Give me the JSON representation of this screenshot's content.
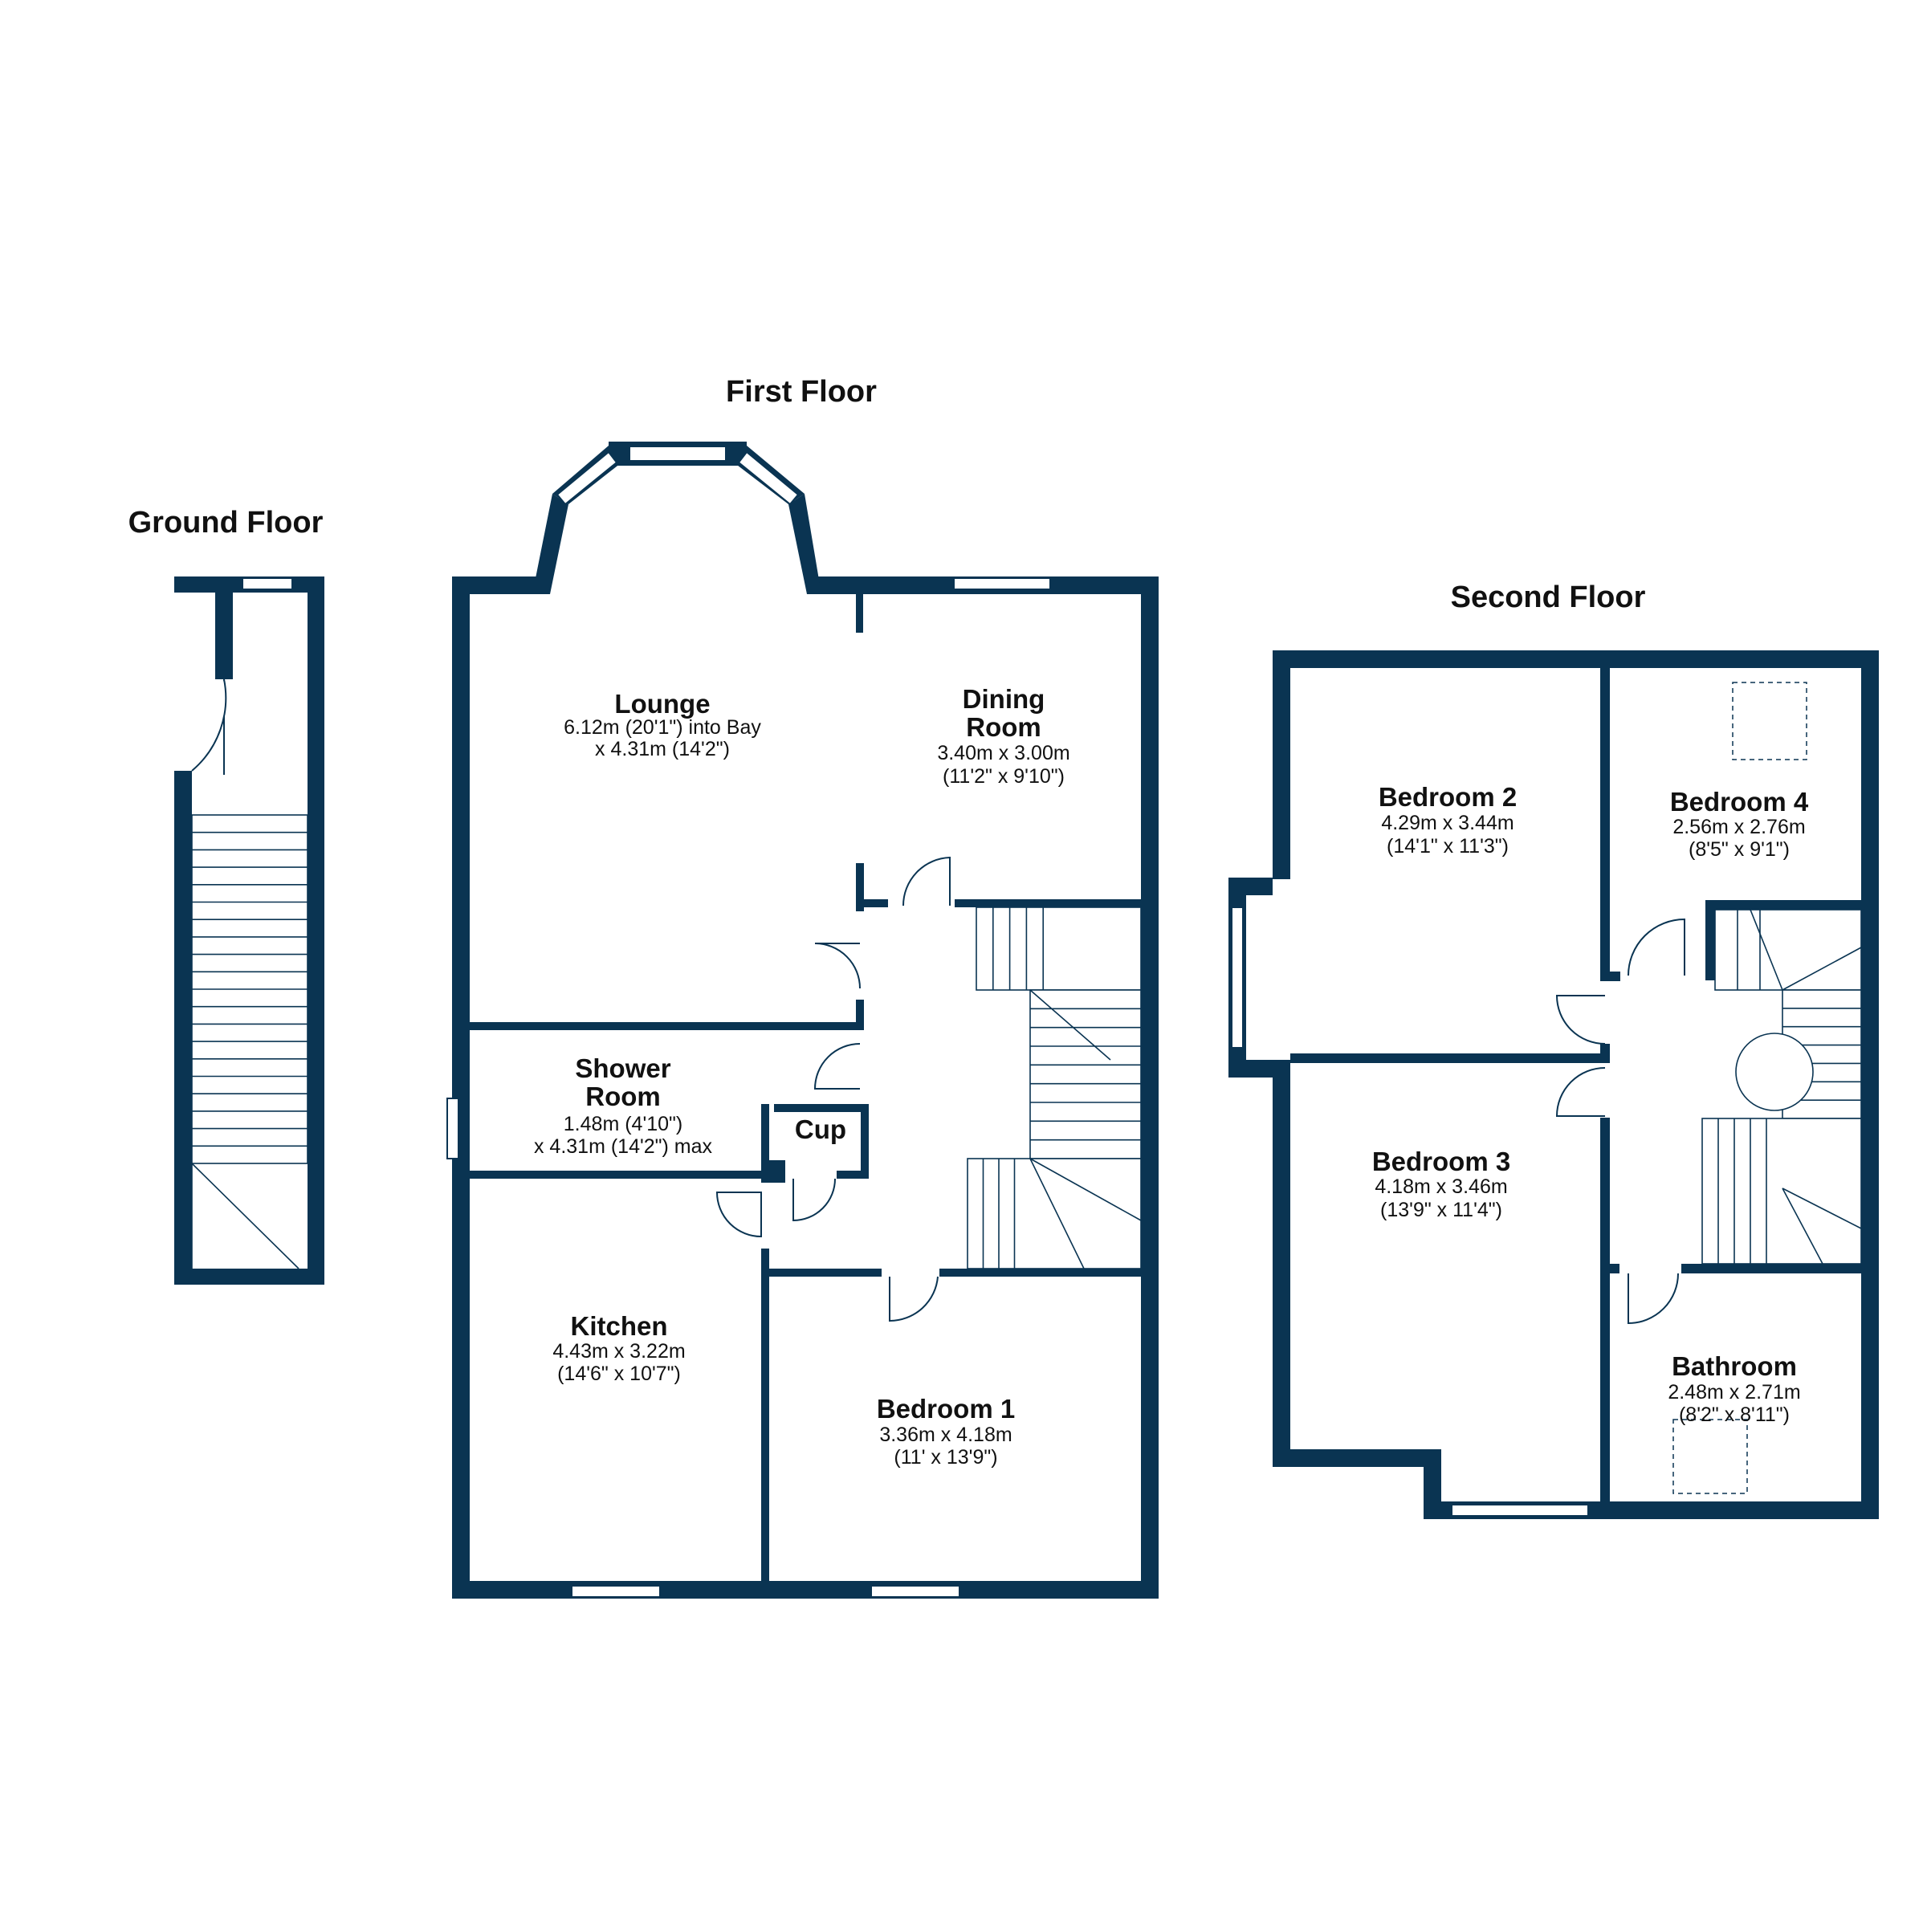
{
  "colors": {
    "wall": "#0a3452",
    "background": "#ffffff",
    "text": "#111111"
  },
  "floors": {
    "ground": {
      "title": "Ground Floor"
    },
    "first": {
      "title": "First Floor"
    },
    "second": {
      "title": "Second Floor"
    }
  },
  "rooms": {
    "lounge": {
      "name": "Lounge",
      "dim1": "6.12m (20'1\") into Bay",
      "dim2": "x 4.31m (14'2\")"
    },
    "dining": {
      "name1": "Dining",
      "name2": "Room",
      "dim1": "3.40m x 3.00m",
      "dim2": "(11'2\" x 9'10\")"
    },
    "shower": {
      "name1": "Shower",
      "name2": "Room",
      "dim1": "1.48m (4'10\")",
      "dim2": "x 4.31m (14'2\") max"
    },
    "cup": {
      "name": "Cup"
    },
    "kitchen": {
      "name": "Kitchen",
      "dim1": "4.43m x 3.22m",
      "dim2": "(14'6\" x 10'7\")"
    },
    "bedroom1": {
      "name": "Bedroom 1",
      "dim1": "3.36m x 4.18m",
      "dim2": "(11' x 13'9\")"
    },
    "bedroom2": {
      "name": "Bedroom 2",
      "dim1": "4.29m x 3.44m",
      "dim2": "(14'1\" x 11'3\")"
    },
    "bedroom3": {
      "name": "Bedroom 3",
      "dim1": "4.18m x 3.46m",
      "dim2": "(13'9\" x 11'4\")"
    },
    "bedroom4": {
      "name": "Bedroom 4",
      "dim1": "2.56m x 2.76m",
      "dim2": "(8'5\" x 9'1\")"
    },
    "bathroom": {
      "name": "Bathroom",
      "dim1": "2.48m x 2.71m",
      "dim2": "(8'2\" x 8'11\")"
    }
  }
}
